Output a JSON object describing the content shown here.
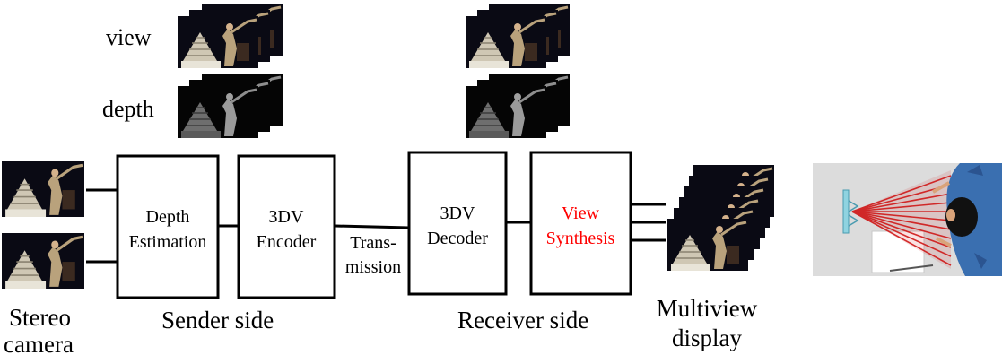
{
  "labels": {
    "view": "view",
    "depth": "depth",
    "stereo_line1": "Stereo",
    "stereo_line2": "camera",
    "sender_side": "Sender side",
    "receiver_side": "Receiver side",
    "multiview_line1": "Multiview",
    "multiview_line2": "display",
    "transmission_line1": "Trans-",
    "transmission_line2": "mission"
  },
  "blocks": {
    "depth_estimation": {
      "line1": "Depth",
      "line2": "Estimation"
    },
    "encoder": {
      "line1": "3DV",
      "line2": "Encoder"
    },
    "decoder": {
      "line1": "3DV",
      "line2": "Decoder"
    },
    "view_synthesis": {
      "line1": "View",
      "line2": "Synthesis"
    }
  },
  "colors": {
    "stroke": "#000000",
    "highlight_text": "#ff0000",
    "frame_bg": "#0a0a14",
    "depth_fg": "#7a7a7a",
    "view_fg": "#c8b89a",
    "room_floor": "#dcdcdc",
    "shirt": "#3a6fb0",
    "ray": "#d01818"
  },
  "icons": {
    "view_thumbnail": "view-frame-icon",
    "depth_thumbnail": "depth-map-icon",
    "camera_frame": "camera-frame-icon",
    "viewer_scene": "viewer-topdown-icon"
  }
}
